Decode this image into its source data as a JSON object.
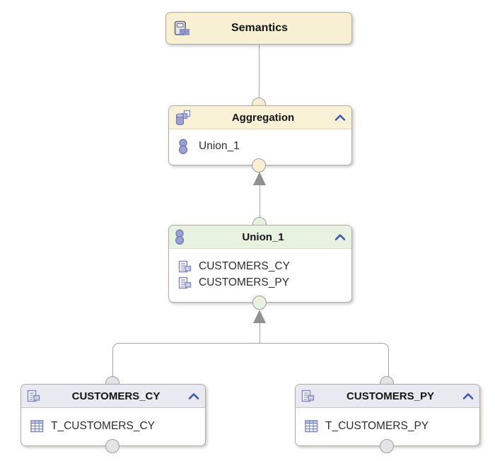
{
  "diagram": {
    "type": "calculation-view-scenario",
    "colors": {
      "semantics_bg": "#f7f0d3",
      "aggregation_header_bg": "#f8f1d5",
      "union_header_bg": "#e8f2e0",
      "datasource_header_bg": "#e9e9f1",
      "node_border": "#b0ada5",
      "edge_line": "#a5a5a5",
      "arrow": "#919191",
      "chevron_blue": "#3a57bd",
      "icon_periwinkle_fill": "#9ba1d4",
      "icon_periwinkle_stroke": "#6e77b5"
    }
  },
  "nodes": {
    "semantics": {
      "title": "Semantics",
      "icon": "semantics-cube-icon"
    },
    "aggregation": {
      "title": "Aggregation",
      "icon": "aggregation-icon",
      "collapse_state": "expanded",
      "items": [
        {
          "label": "Union_1",
          "icon": "union-icon"
        }
      ]
    },
    "union": {
      "title": "Union_1",
      "icon": "union-icon",
      "collapse_state": "expanded",
      "items": [
        {
          "label": "CUSTOMERS_CY",
          "icon": "projection-icon"
        },
        {
          "label": "CUSTOMERS_PY",
          "icon": "projection-icon"
        }
      ]
    },
    "customers_cy": {
      "title": "CUSTOMERS_CY",
      "icon": "projection-icon",
      "collapse_state": "expanded",
      "items": [
        {
          "label": "T_CUSTOMERS_CY",
          "icon": "table-icon"
        }
      ]
    },
    "customers_py": {
      "title": "CUSTOMERS_PY",
      "icon": "projection-icon",
      "collapse_state": "expanded",
      "items": [
        {
          "label": "T_CUSTOMERS_PY",
          "icon": "table-icon"
        }
      ]
    }
  },
  "edges": [
    {
      "from": "aggregation",
      "to": "semantics",
      "arrow": false
    },
    {
      "from": "union",
      "to": "aggregation",
      "arrow": true
    },
    {
      "from": "customers_cy",
      "to": "union",
      "arrow": true
    },
    {
      "from": "customers_py",
      "to": "union",
      "arrow": true
    }
  ]
}
